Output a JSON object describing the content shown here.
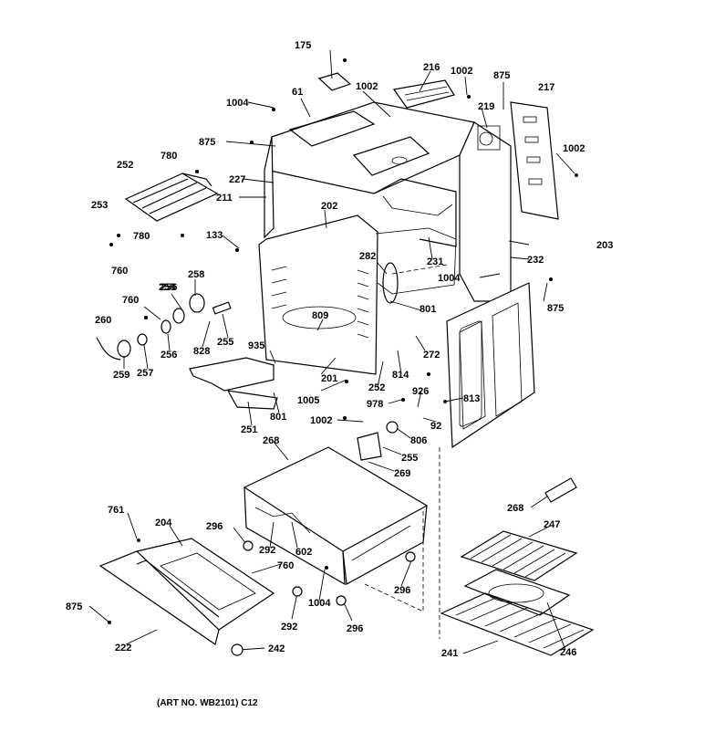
{
  "diagram": {
    "caption": "(ART NO. WB2101) C12",
    "callouts": [
      "175",
      "216",
      "1002",
      "875",
      "1004",
      "61",
      "1002",
      "219",
      "217",
      "780",
      "875",
      "1002",
      "252",
      "227",
      "211",
      "202",
      "253",
      "780",
      "133",
      "203",
      "760",
      "282",
      "231",
      "232",
      "1004",
      "258",
      "256",
      "875",
      "760",
      "258",
      "801",
      "260",
      "809",
      "256",
      "828",
      "255",
      "272",
      "259",
      "257",
      "935",
      "201",
      "814",
      "252",
      "978",
      "926",
      "813",
      "1005",
      "251",
      "801",
      "1002",
      "92",
      "806",
      "255",
      "268",
      "269",
      "268",
      "761",
      "204",
      "296",
      "247",
      "292",
      "602",
      "760",
      "875",
      "1004",
      "296",
      "292",
      "296",
      "222",
      "242",
      "241",
      "246"
    ]
  }
}
